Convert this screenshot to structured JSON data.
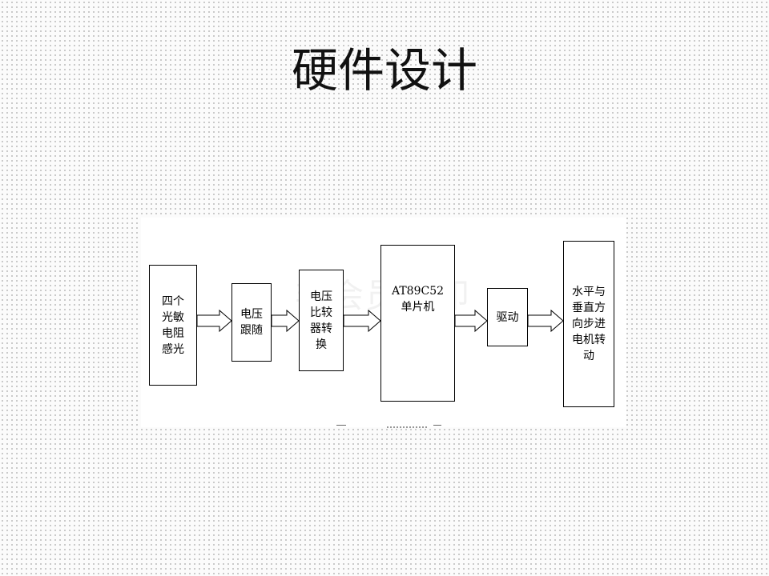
{
  "title": "硬件设计",
  "watermark": "非会员水印",
  "blocks": {
    "sensor": "四个\n光敏\n电阻\n感光",
    "follower": "电压\n跟随",
    "adc": "电压\n比较\n器转\n换",
    "mcu": "AT89C52\n单片机",
    "driver": "驱动",
    "motor": "水平与\n垂直方\n向步进\n电机转\n动"
  },
  "colors": {
    "line": "#000000",
    "background": "#fbfbfb"
  }
}
